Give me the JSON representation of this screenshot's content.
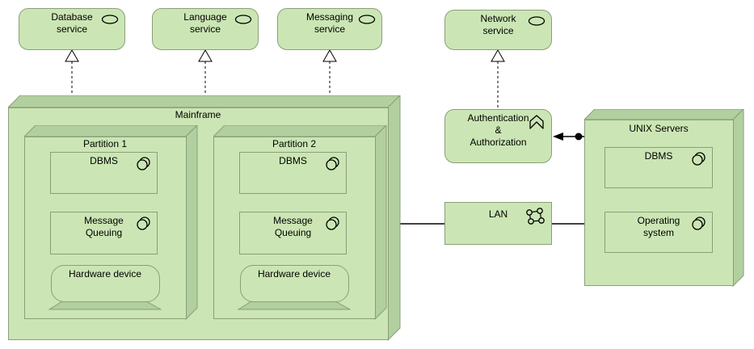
{
  "diagram": {
    "services": [
      {
        "id": "database-service",
        "lines": [
          "Database",
          "service"
        ],
        "icon": "service-oval"
      },
      {
        "id": "language-service",
        "lines": [
          "Language",
          "service"
        ],
        "icon": "service-oval"
      },
      {
        "id": "messaging-service",
        "lines": [
          "Messaging",
          "service"
        ],
        "icon": "service-oval"
      },
      {
        "id": "network-service",
        "lines": [
          "Network",
          "service"
        ],
        "icon": "service-oval"
      }
    ],
    "mainframe": {
      "title": "Mainframe",
      "partitions": [
        {
          "title": "Partition 1",
          "components": [
            {
              "lines": [
                "DBMS",
                ""
              ]
            },
            {
              "lines": [
                "Message",
                "Queuing"
              ]
            }
          ],
          "device": {
            "label": "Hardware device"
          }
        },
        {
          "title": "Partition 2",
          "components": [
            {
              "lines": [
                "DBMS",
                ""
              ]
            },
            {
              "lines": [
                "Message",
                "Queuing"
              ]
            }
          ],
          "device": {
            "label": "Hardware device"
          }
        }
      ]
    },
    "auth": {
      "lines": [
        "Authentication",
        "&",
        "Authorization"
      ],
      "icon": "function-chevron"
    },
    "lan": {
      "label": "LAN",
      "icon": "network-nodes"
    },
    "unix": {
      "title": "UNIX Servers",
      "components": [
        {
          "lines": [
            "DBMS",
            ""
          ]
        },
        {
          "lines": [
            "Operating",
            "system"
          ]
        }
      ]
    },
    "icons": {
      "service": "oval-outline",
      "system_software": "overlapping-circles",
      "network": "four-connected-nodes",
      "function": "upward-double-chevron",
      "realization": "dashed-line-hollow-triangle",
      "association": "filled-ball-and-arrow"
    },
    "colors": {
      "node_fill": "#cbe6b4",
      "node_side_fill": "#b2cfa0",
      "node_border": "#8a9f78",
      "connector": "#000000",
      "text": "#000000",
      "background": "#ffffff"
    }
  }
}
